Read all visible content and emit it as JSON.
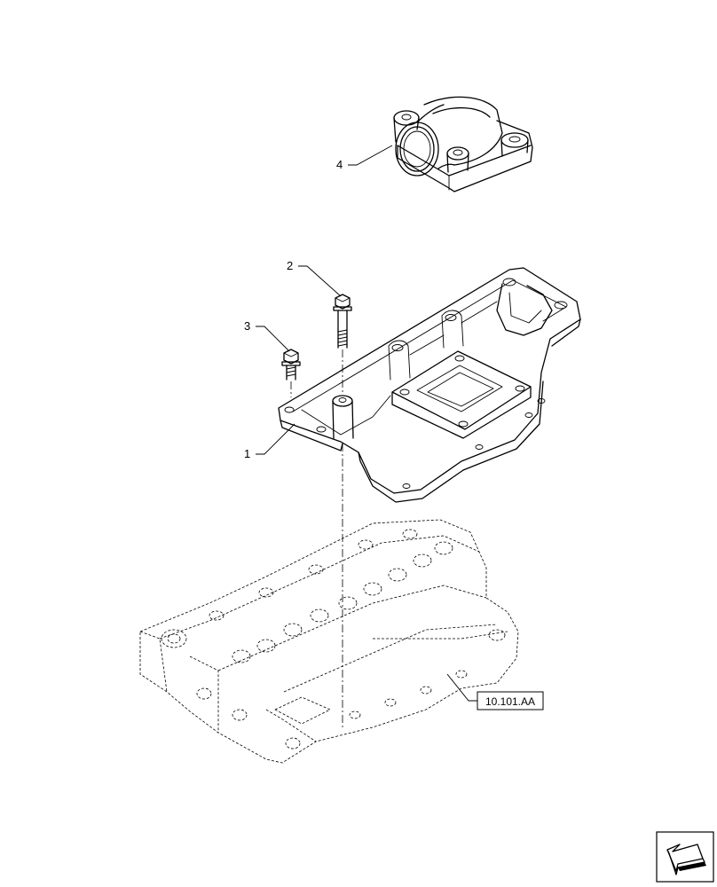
{
  "diagram": {
    "callouts": [
      {
        "id": "callout-1",
        "label": "1"
      },
      {
        "id": "callout-2",
        "label": "2"
      },
      {
        "id": "callout-3",
        "label": "3"
      },
      {
        "id": "callout-4",
        "label": "4"
      }
    ],
    "reference_box": {
      "label": "10.101.AA"
    }
  },
  "nav_icon": "next-page-arrow-icon"
}
